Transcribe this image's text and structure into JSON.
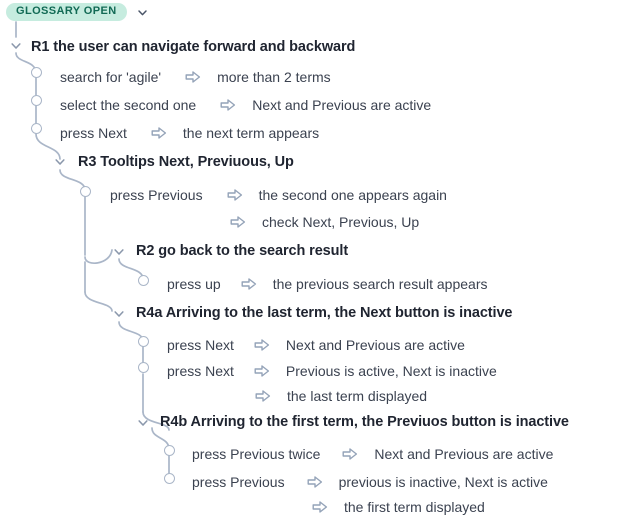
{
  "header": {
    "badge_label": "GLOSSARY OPEN",
    "badge_bg": "#c6ecdf",
    "badge_fg": "#126a55",
    "collapse_icon": "chevron-down-icon"
  },
  "theme": {
    "wire_color": "#aab6c8",
    "arrow_color": "#94a3b8",
    "text_color": "#3b4250",
    "title_color": "#1f2430"
  },
  "icons": {
    "arrow": "arrow-right-icon",
    "chevron": "chevron-down-icon",
    "node": "node-circle-icon"
  },
  "tree": {
    "rules": [
      {
        "id": "r1",
        "title": "R1 the user can navigate forward and backward",
        "steps": [
          {
            "action": "search for 'agile'",
            "result": "more than 2 terms"
          },
          {
            "action": "select the second one",
            "result": "Next and Previous are active"
          },
          {
            "action": "press Next",
            "result": "the next term appears"
          }
        ]
      },
      {
        "id": "r3",
        "title": "R3 Tooltips Next, Previuous, Up",
        "steps": [
          {
            "action": "press Previous",
            "result": "the second one appears again"
          },
          {
            "action": "",
            "result": "check Next, Previous, Up"
          }
        ]
      },
      {
        "id": "r2",
        "title": "R2 go back to the search result",
        "steps": [
          {
            "action": "press up",
            "result": "the previous search result appears"
          }
        ]
      },
      {
        "id": "r4a",
        "title": "R4a Arriving to the last term, the Next button is inactive",
        "steps": [
          {
            "action": "press Next",
            "result": "Next and Previous are active"
          },
          {
            "action": "press Next",
            "result": "Previous is active, Next is inactive"
          },
          {
            "action": "",
            "result": "the last term displayed"
          }
        ]
      },
      {
        "id": "r4b",
        "title": "R4b Arriving to the first term, the Previuos button is inactive",
        "steps": [
          {
            "action": "press Previous twice",
            "result": "Next and Previous are active"
          },
          {
            "action": "press Previous",
            "result": "previous is inactive, Next is active"
          },
          {
            "action": "",
            "result": "the first term displayed"
          }
        ]
      }
    ]
  }
}
